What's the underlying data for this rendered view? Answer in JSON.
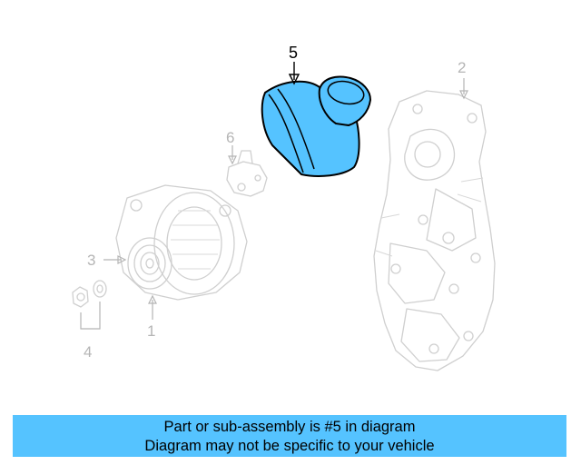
{
  "callouts": {
    "c1": "1",
    "c2": "2",
    "c3": "3",
    "c4": "4",
    "c5": "5",
    "c6": "6"
  },
  "highlight_color": "#55c3ff",
  "banner": {
    "line1": "Part or sub-assembly is #5 in diagram",
    "line2": "Diagram may not be specific to your vehicle"
  }
}
